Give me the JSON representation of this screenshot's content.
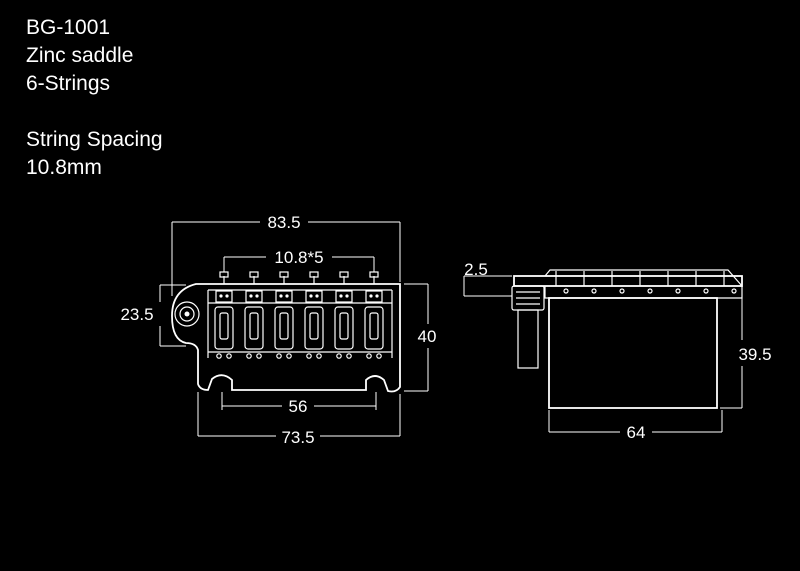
{
  "info": {
    "model": "BG-1001",
    "saddle": "Zinc saddle",
    "strings": "6-Strings",
    "spacing_label": "String Spacing",
    "spacing_value": "10.8mm"
  },
  "dimensions": {
    "overall_width": "83.5",
    "string_spacing": "10.8*5",
    "height_left": "23.5",
    "depth": "40",
    "post_spacing": "56",
    "base_width": "73.5",
    "top_plate": "2.5",
    "block_height": "39.5",
    "block_width": "64"
  },
  "colors": {
    "background": "#000000",
    "lines": "#ffffff"
  }
}
